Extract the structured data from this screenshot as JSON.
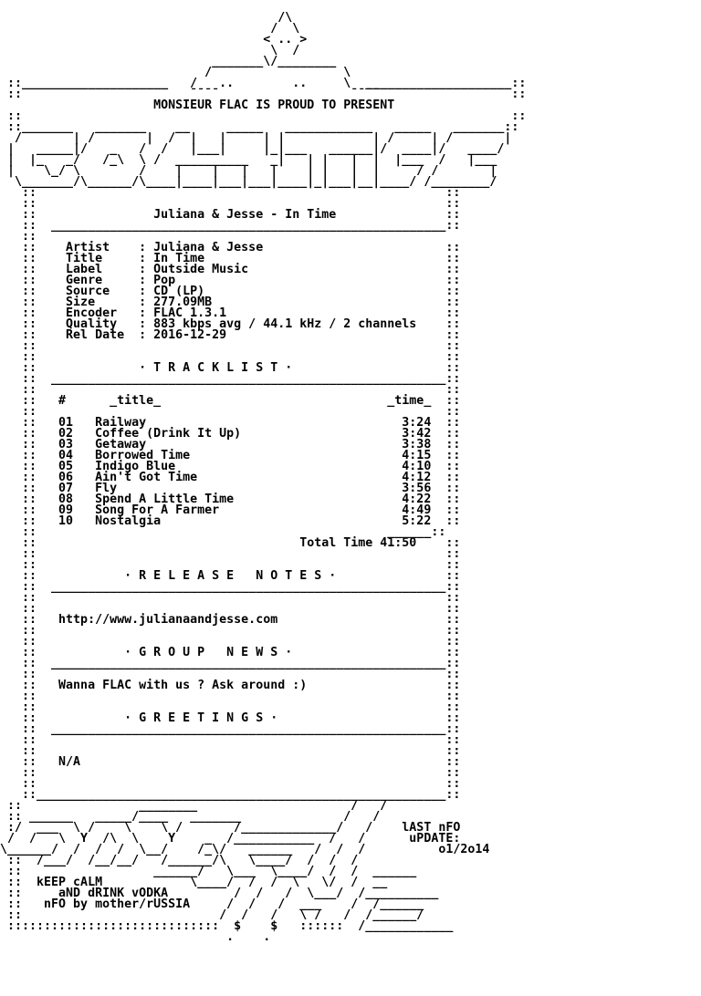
{
  "nfo": {
    "lines": [
      "                                      /\\",
      "                                     /  \\",
      "                                    < .. >",
      "                                     \\  /",
      "                             _______\\/________",
      "                            /                  \\",
      " ::____________________   /   ..        ..     \\  ____________________::",
      " ::                       ¯¯¯¯                  ¯¯¯¯                  ::",
      "                     MONSIEUR FLAC IS PROUD TO PRESENT",
      " ::                                                                   ::",
      " ::_______   _______    __     _____   ____________   _____   _______::",
      "  /       | /       |  /  |   |     | |            | /     | /       |",
      " |   _____|/   _   /  /   |___|     |_|___   ______|/  ____|/   ____/",
      " |  |_   _/   /_\\  \\ /  __________   _|   | |   |  |  |___  /   |___",
      " |    \\_/ \\        /    |    |   |   |    | |   |  |     / /       |",
      "  \\_______/\\______/\\____|____|___|___|____|_|___|__|____/ /________/",
      "   ::                                                        ::",
      "   ::                                                        ::",
      "   ::                Juliana & Jesse - In Time               ::",
      "   ::  ______________________________________________________::",
      "   ::",
      "   ::    Artist    : Juliana & Jesse                         ::",
      "   ::    Title     : In Time                                 ::",
      "   ::    Label     : Outside Music                           ::",
      "   ::    Genre     : Pop                                     ::",
      "   ::    Source    : CD (LP)                                 ::",
      "   ::    Size      : 277.09MB                                ::",
      "   ::    Encoder   : FLAC 1.3.1                              ::",
      "   ::    Quality   : 883 kbps avg / 44.1 kHz / 2 channels    ::",
      "   ::    Rel Date  : 2016-12-29                              ::",
      "   ::                                                        ::",
      "   ::                                                        ::",
      "   ::              · T R A C K L I S T ·                     ::",
      "   ::  ______________________________________________________::",
      "   ::                                                        ::",
      "   ::   #      _title_                               _time_  ::",
      "   ::                                                        ::",
      "   ::   01   Railway                                   3:24  ::",
      "   ::   02   Coffee (Drink It Up)                      3:42  ::",
      "   ::   03   Getaway                                   3:38  ::",
      "   ::   04   Borrowed Time                             4:15  ::",
      "   ::   05   Indigo Blue                               4:10  ::",
      "   ::   06   Ain't Got Time                            4:12  ::",
      "   ::   07   Fly                                       3:56  ::",
      "   ::   08   Spend A Little Time                       4:22  ::",
      "   ::   09   Song For A Farmer                         4:49  ::",
      "   ::   10   Nostalgia                                 5:22  ::",
      "   ::                                                ______::",
      "   ::                                    Total Time 41:50    ::",
      "   ::                                                        ::",
      "   ::                                                        ::",
      "   ::            · R E L E A S E   N O T E S ·               ::",
      "   ::  ______________________________________________________::",
      "   ::                                                        ::",
      "   ::                                                        ::",
      "   ::   http://www.julianaandjesse.com                       ::",
      "   ::                                                        ::",
      "   ::                                                        ::",
      "   ::            · G R O U P   N E W S ·                     ::",
      "   ::  ______________________________________________________::",
      "   ::                                                        ::",
      "   ::   Wanna FLAC with us ? Ask around :)                   ::",
      "   ::                                                        ::",
      "   ::                                                        ::",
      "   ::            · G R E E T I N G S ·                       ::",
      "   ::  ______________________________________________________::",
      "   ::                                                        ::",
      "   ::                                                        ::",
      "   ::   N/A                                                  ::",
      "   ::                                                        ::",
      "   ::                                                        ::",
      "   ::________________________________________________________::",
      " ::                ________                     /   /",
      " :: ______   _____/____   _______              /   /",
      " :/  ___  \\ /    \\    \\ /       /_____________/   /    lAST nFO",
      " /  /   \\  Y  /\\  \\    Y    _  /___________  /   /      uPDATE:",
      "\\______/  /  /  /  \\__/    /_\\/   ______   /  /  /          o1/2o14",
      " ::  /___/  /__/__/   /______/\\   \\____/  /  /  /",
      " ::                  ______/   \\___  \\____/  /  /  ______",
      " ::  kEEP cALM            \\____/  /  /  \\   \\/  /  __",
      " ::     aND dRINK vODKA         /  /   /  \\___/  /__________",
      " ::   nFO by mother/rUSSIA     /  /   /  ___    /  /______",
      " ::                           /  /   /   \\ /   /  /______/",
      " :::::::::::::::::::::::::::::  $    $   ::::::  /____________",
      "                               .    ."
    ]
  }
}
